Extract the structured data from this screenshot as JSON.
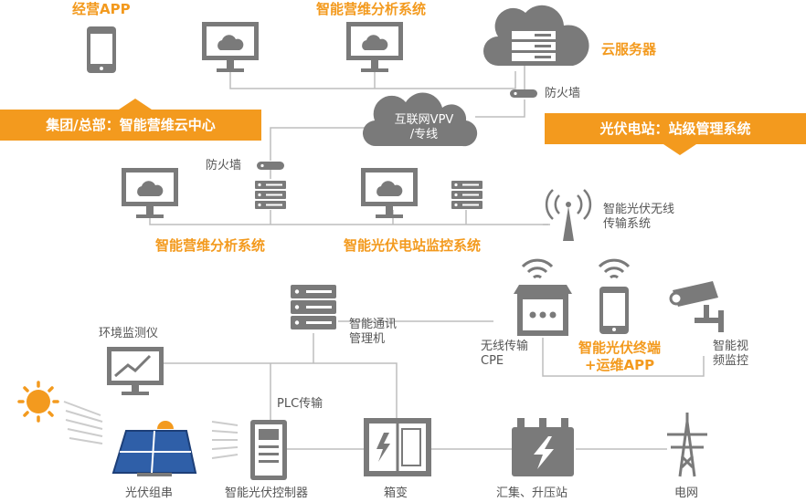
{
  "labels": {
    "top_app": "经营APP",
    "top_analysis": "智能营维分析系统",
    "cloud_server": "云服务器",
    "firewall_top": "防火墙",
    "internet": [
      "互联网VPV",
      "/专线"
    ],
    "firewall_mid": "防火墙",
    "mid_analysis": "智能营维分析系统",
    "mid_monitor": "智能光伏电站监控系统",
    "wireless_system": [
      "智能光伏无线",
      "传输系统"
    ],
    "comm_manager": [
      "智能通讯",
      "管理机"
    ],
    "cpe": [
      "无线传输",
      "CPE"
    ],
    "terminal": [
      "智能光伏终端",
      "+运维APP"
    ],
    "video": [
      "智能视",
      "频监控"
    ],
    "env_monitor": "环境监测仪",
    "plc": "PLC传输",
    "pv_string": "光伏组串",
    "pv_controller": "智能光伏控制器",
    "transformer_box": "箱变",
    "substation": "汇集、升压站",
    "grid": "电网"
  },
  "banners": {
    "left": "集团/总部：智能营维云中心",
    "right": "光伏电站：站级管理系统"
  },
  "colors": {
    "accent": "#f39a1e",
    "icon_gray": "#7a7a7a",
    "line_gray": "#bdbdbd",
    "sun": "#f39a1e",
    "panel_blue": "#2f5fa8"
  }
}
